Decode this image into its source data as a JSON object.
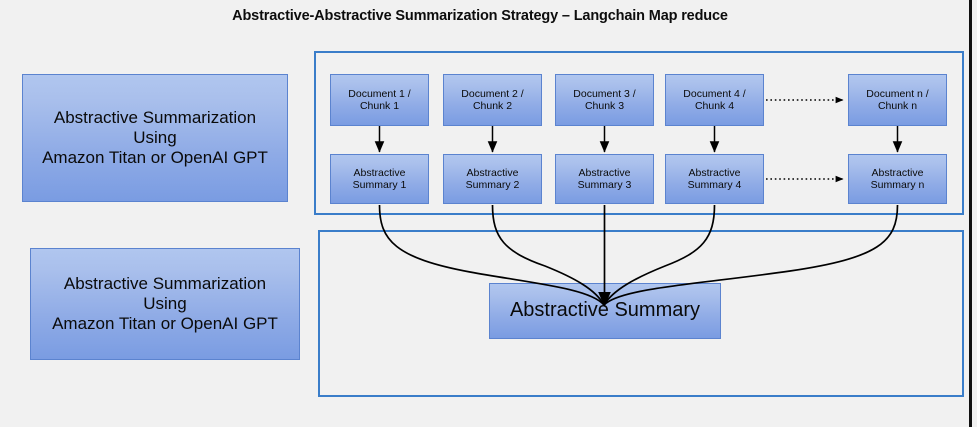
{
  "title": "Abstractive-Abstractive Summarization Strategy – Langchain Map reduce",
  "colors": {
    "background": "#f1f1f1",
    "box_fill_top": "#b0c6ef",
    "box_fill_bottom": "#7a9ce2",
    "box_border": "#5b83cf",
    "container_border": "#3a7dc9",
    "text": "#0a0a0a",
    "arrow": "#000000"
  },
  "side_panels": [
    {
      "id": "top",
      "line1": "Abstractive Summarization",
      "line2": "Using",
      "line3": "Amazon Titan or OpenAI GPT"
    },
    {
      "id": "bottom",
      "line1": "Abstractive Summarization",
      "line2": "Using",
      "line3": "Amazon Titan or OpenAI GPT"
    }
  ],
  "map_stage": {
    "documents": [
      {
        "line1": "Document 1 /",
        "line2": "Chunk 1"
      },
      {
        "line1": "Document 2 /",
        "line2": "Chunk 2"
      },
      {
        "line1": "Document 3 /",
        "line2": "Chunk 3"
      },
      {
        "line1": "Document 4 /",
        "line2": "Chunk 4"
      },
      {
        "line1": "Document n /",
        "line2": "Chunk n"
      }
    ],
    "summaries": [
      {
        "line1": "Abstractive",
        "line2": "Summary 1"
      },
      {
        "line1": "Abstractive",
        "line2": "Summary 2"
      },
      {
        "line1": "Abstractive",
        "line2": "Summary 3"
      },
      {
        "line1": "Abstractive",
        "line2": "Summary 4"
      },
      {
        "line1": "Abstractive",
        "line2": "Summary n"
      }
    ]
  },
  "reduce_stage": {
    "final_summary": "Abstractive Summary"
  }
}
